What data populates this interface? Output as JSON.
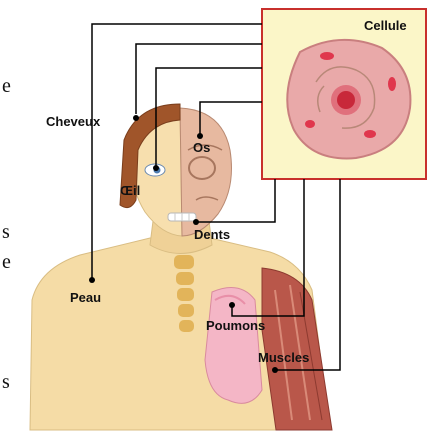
{
  "labels": {
    "cellule": "Cellule",
    "cheveux": "Cheveux",
    "os": "Os",
    "oeil": "Œil",
    "dents": "Dents",
    "peau": "Peau",
    "poumons": "Poumons",
    "muscles": "Muscles"
  },
  "cut_text": [
    "e",
    "s",
    "e",
    "s"
  ],
  "colors": {
    "skin": "#f5dca6",
    "skin_shadow": "#e8c88c",
    "hair": "#a0552a",
    "cell_panel": "#fbf6c8",
    "cell_border": "#c8302c",
    "cytoplasm": "#e9a9a9",
    "nucleus": "#c8283a",
    "lung": "#f4b6c6",
    "muscle": "#b9574a",
    "bone": "#e2b45a",
    "line": "#000000"
  }
}
